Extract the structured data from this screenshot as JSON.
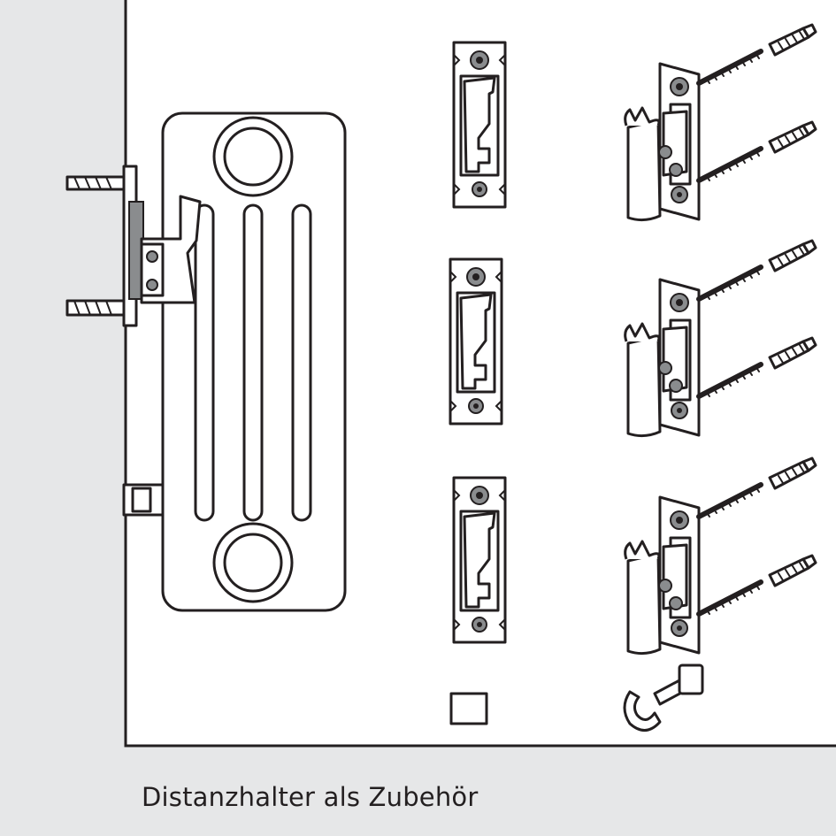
{
  "caption": "Distanzhalter als Zubehör",
  "colors": {
    "background": "#e6e7e8",
    "panel": "#ffffff",
    "line": "#231f20",
    "metal": "#8a8c8e"
  },
  "components": [
    {
      "name": "radiator",
      "icon": "radiator-side-view-icon"
    },
    {
      "name": "wall-bracket",
      "icon": "wall-bracket-icon",
      "quantity": 3
    },
    {
      "name": "spacer-holder",
      "icon": "spacer-holder-icon",
      "quantity": 3
    },
    {
      "name": "screw-and-dowel",
      "icon": "screw-dowel-icon",
      "quantity": 6
    },
    {
      "name": "spacer-cap",
      "icon": "square-cap-icon",
      "quantity": 1
    },
    {
      "name": "bottom-support-clip",
      "icon": "bottom-clip-icon",
      "quantity": 1
    }
  ]
}
